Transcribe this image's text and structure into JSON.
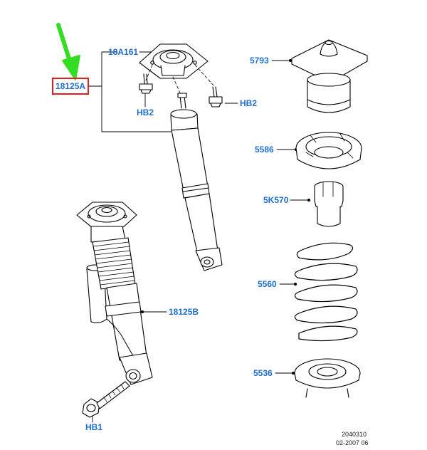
{
  "callouts": {
    "p18125A": "18125A",
    "p18A161": "18A161",
    "hb2_left": "HB2",
    "hb2_right": "HB2",
    "p18125B": "18125B",
    "hb1": "HB1",
    "p5793": "5793",
    "p5586": "5586",
    "p5K570": "5K570",
    "p5560": "5560",
    "p5536": "5536"
  },
  "footer": {
    "code": "2040310",
    "date": "02-2007 06"
  },
  "colors": {
    "callout_text": "#1f6fd1",
    "highlight_box": "#e02020",
    "arrow": "#33dd22",
    "line": "#000000"
  },
  "icons": {
    "pointer": "green-arrow-icon"
  }
}
